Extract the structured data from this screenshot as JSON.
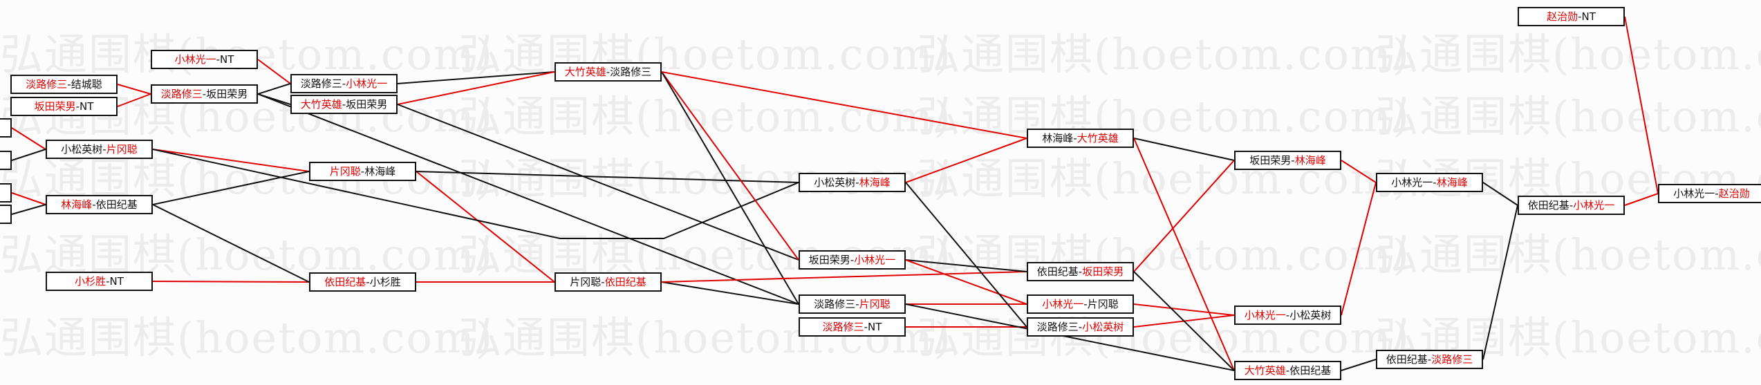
{
  "watermark": {
    "text": "弘通围棋(hoetom.com)",
    "color": "#e8e8e8"
  },
  "colors": {
    "win": "#e00000",
    "loss": "#111111"
  },
  "nodes": [
    {
      "id": "edge_a",
      "a": "",
      "b": "",
      "w": 0
    },
    {
      "id": "edge_b",
      "a": "",
      "b": "",
      "w": 0
    },
    {
      "id": "edge_c",
      "a": "",
      "b": "",
      "w": 0
    },
    {
      "id": "edge_d",
      "a": "",
      "b": "",
      "w": 0
    },
    {
      "id": "r1_1",
      "a": "淡路修三",
      "b": "结城聪",
      "w": 1
    },
    {
      "id": "r1_2",
      "a": "坂田荣男",
      "b": "NT",
      "w": 1
    },
    {
      "id": "r1_3",
      "a": "小林光一",
      "b": "NT",
      "w": 1
    },
    {
      "id": "r1_4",
      "a": "小松英树",
      "b": "片冈聪",
      "w": 2
    },
    {
      "id": "r1_5",
      "a": "林海峰",
      "b": "依田纪基",
      "w": 1
    },
    {
      "id": "r1_6",
      "a": "小杉胜",
      "b": "NT",
      "w": 1
    },
    {
      "id": "r2_1",
      "a": "淡路修三",
      "b": "坂田荣男",
      "w": 1
    },
    {
      "id": "r2_2",
      "a": "淡路修三",
      "b": "小林光一",
      "w": 2
    },
    {
      "id": "r2_3",
      "a": "大竹英雄",
      "b": "坂田荣男",
      "w": 1
    },
    {
      "id": "r2_4",
      "a": "片冈聪",
      "b": "林海峰",
      "w": 1
    },
    {
      "id": "r2_5",
      "a": "依田纪基",
      "b": "小杉胜",
      "w": 1
    },
    {
      "id": "r3_1",
      "a": "大竹英雄",
      "b": "淡路修三",
      "w": 1
    },
    {
      "id": "r3_2",
      "a": "片冈聪",
      "b": "依田纪基",
      "w": 2
    },
    {
      "id": "r4_1",
      "a": "小松英树",
      "b": "林海峰",
      "w": 2
    },
    {
      "id": "r4_2",
      "a": "坂田荣男",
      "b": "小林光一",
      "w": 2
    },
    {
      "id": "r4_3",
      "a": "淡路修三",
      "b": "片冈聪",
      "w": 2
    },
    {
      "id": "r4_4",
      "a": "淡路修三",
      "b": "NT",
      "w": 1
    },
    {
      "id": "r5_1",
      "a": "林海峰",
      "b": "大竹英雄",
      "w": 2
    },
    {
      "id": "r5_2",
      "a": "依田纪基",
      "b": "坂田荣男",
      "w": 2
    },
    {
      "id": "r5_3",
      "a": "小林光一",
      "b": "片冈聪",
      "w": 1
    },
    {
      "id": "r5_4",
      "a": "淡路修三",
      "b": "小松英树",
      "w": 2
    },
    {
      "id": "r6_1",
      "a": "坂田荣男",
      "b": "林海峰",
      "w": 2
    },
    {
      "id": "r6_2",
      "a": "小林光一",
      "b": "小松英树",
      "w": 1
    },
    {
      "id": "r6_3",
      "a": "大竹英雄",
      "b": "依田纪基",
      "w": 1
    },
    {
      "id": "r7_1",
      "a": "小林光一",
      "b": "林海峰",
      "w": 2
    },
    {
      "id": "r7_2",
      "a": "依田纪基",
      "b": "淡路修三",
      "w": 2
    },
    {
      "id": "r8_1",
      "a": "依田纪基",
      "b": "小林光一",
      "w": 2
    },
    {
      "id": "r8_2",
      "a": "赵治勋",
      "b": "NT",
      "w": 1
    },
    {
      "id": "r9_1",
      "a": "小林光一",
      "b": "赵治勋",
      "w": 2
    }
  ]
}
